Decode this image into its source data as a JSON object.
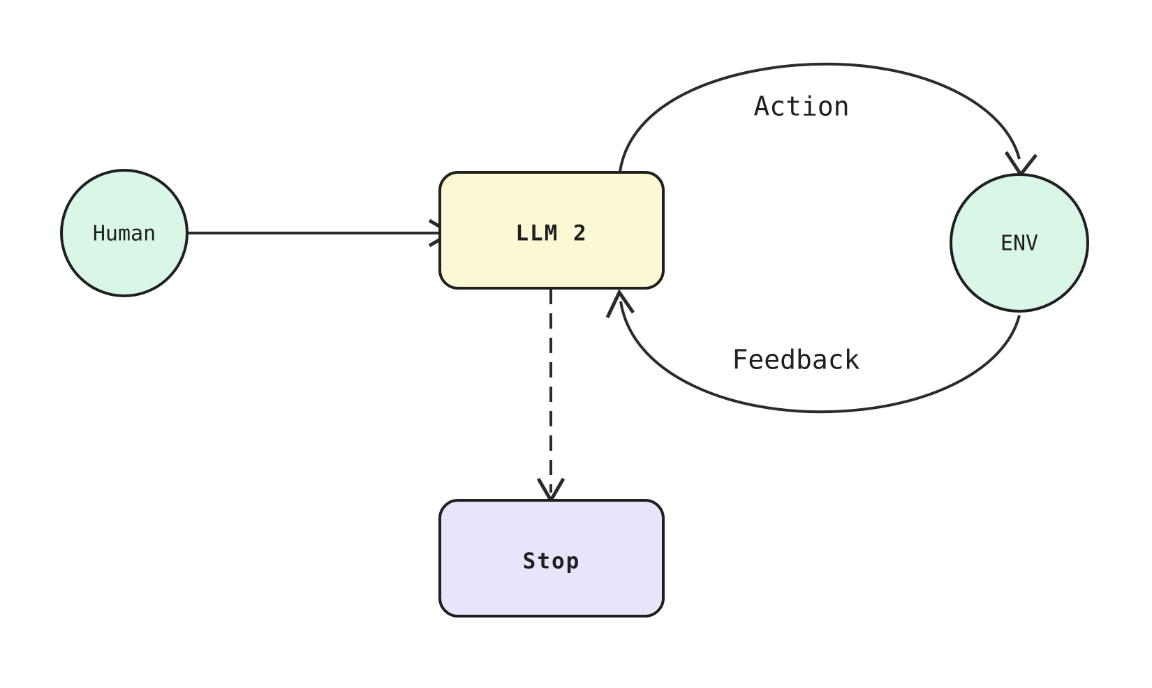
{
  "diagram": {
    "type": "flowchart",
    "background_color": "#ffffff",
    "stroke_color": "#1f1f1f",
    "nodes": [
      {
        "id": "human",
        "label": "Human",
        "shape": "circle",
        "fill_color": "#d9f7e6",
        "bold": false
      },
      {
        "id": "llm2",
        "label": "LLM 2",
        "shape": "rounded-rect",
        "fill_color": "#fdf8d4",
        "bold": true
      },
      {
        "id": "env",
        "label": "ENV",
        "shape": "circle",
        "fill_color": "#d9f7e6",
        "bold": false
      },
      {
        "id": "stop",
        "label": "Stop",
        "shape": "rounded-rect",
        "fill_color": "#e8e4fc",
        "bold": true
      }
    ],
    "edges": [
      {
        "id": "human-to-llm2",
        "from": "human",
        "to": "llm2",
        "label": "",
        "style": "solid"
      },
      {
        "id": "llm2-to-env",
        "from": "llm2",
        "to": "env",
        "label": "Action",
        "style": "solid"
      },
      {
        "id": "env-to-llm2",
        "from": "env",
        "to": "llm2",
        "label": "Feedback",
        "style": "solid"
      },
      {
        "id": "llm2-to-stop",
        "from": "llm2",
        "to": "stop",
        "label": "",
        "style": "dashed"
      }
    ]
  }
}
